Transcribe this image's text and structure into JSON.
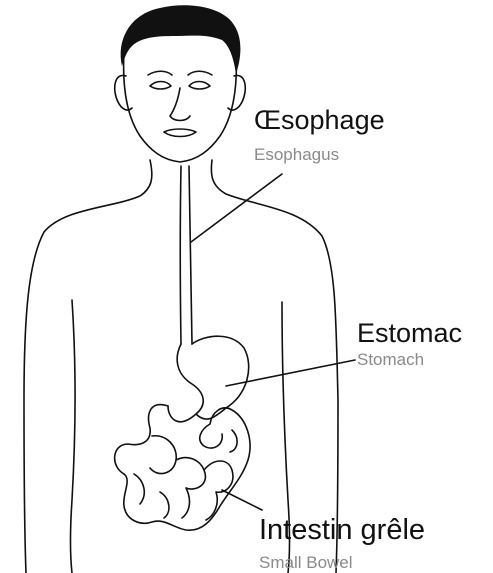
{
  "labels": {
    "esophagus": {
      "primary": "Œsophage",
      "secondary": "Esophagus"
    },
    "stomach": {
      "primary": "Estomac",
      "secondary": "Stomach"
    },
    "small_bowel": {
      "primary": "Intestin grêle",
      "secondary": "Small Bowel"
    }
  },
  "colors": {
    "line": "#111111",
    "hair": "#111111",
    "secondary_text": "#8a8a8a",
    "background": "#ffffff"
  }
}
